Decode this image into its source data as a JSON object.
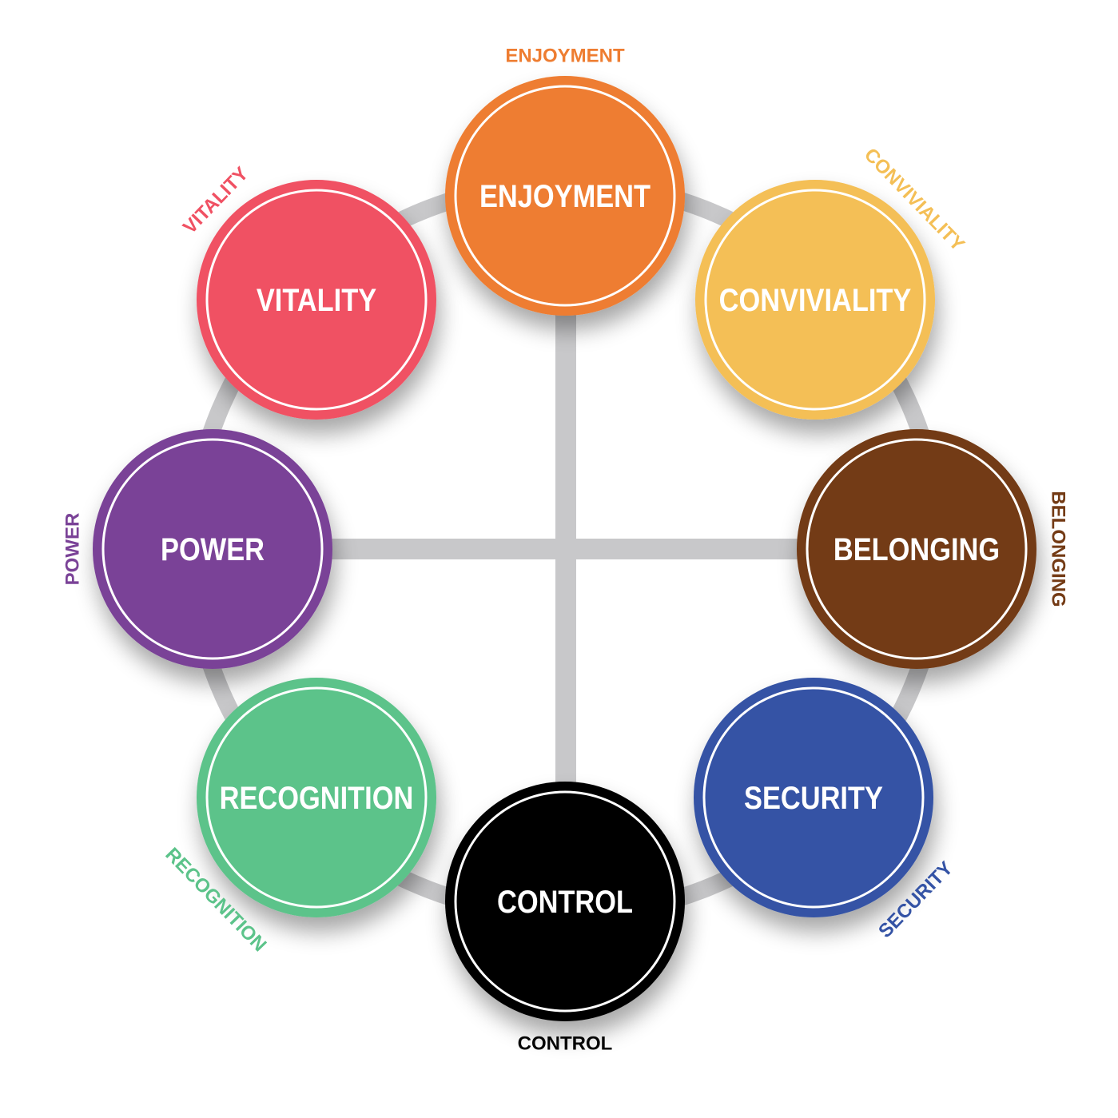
{
  "diagram": {
    "nodes": [
      {
        "id": "enjoyment",
        "label": "ENJOYMENT",
        "outer_label": "ENJOYMENT",
        "color": "#EE7D31"
      },
      {
        "id": "conviviality",
        "label": "CONVIVIALITY",
        "outer_label": "CONVIVIALITY",
        "color": "#F4BF56"
      },
      {
        "id": "belonging",
        "label": "BELONGING",
        "outer_label": "BELONGING",
        "color": "#733A14"
      },
      {
        "id": "security",
        "label": "SECURITY",
        "outer_label": "SECURITY",
        "color": "#3453A5"
      },
      {
        "id": "control",
        "label": "CONTROL",
        "outer_label": "CONTROL",
        "color": "#050505"
      },
      {
        "id": "recognition",
        "label": "RECOGNITION",
        "outer_label": "RECOGNITION",
        "color": "#5CC38A"
      },
      {
        "id": "power",
        "label": "POWER",
        "outer_label": "POWER",
        "color": "#7A4297"
      },
      {
        "id": "vitality",
        "label": "VITALITY",
        "outer_label": "VITALITY",
        "color": "#F05163"
      }
    ],
    "connector_color": "#C8C8CA"
  }
}
